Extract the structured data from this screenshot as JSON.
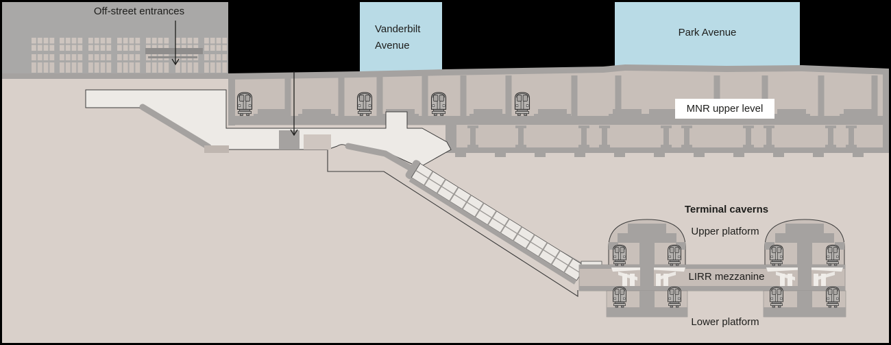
{
  "diagram": {
    "labels": {
      "off_street_entrances": "Off-street entrances",
      "vanderbilt_line1": "Vanderbilt",
      "vanderbilt_line2": "Avenue",
      "park_avenue": "Park Avenue",
      "mnr_upper_level": "MNR upper level",
      "terminal_caverns": "Terminal caverns",
      "upper_platform": "Upper platform",
      "lirr_mezzanine": "LIRR mezzanine",
      "lower_platform": "Lower platform"
    },
    "colors": {
      "sky": "#000000",
      "ground": "#d9d0ca",
      "street_and_structure_gray": "#a5a2a0",
      "structure_fill": "#c8bfb9",
      "mezzanine_fill": "#c6bdb7",
      "concourse_white": "#edeae6",
      "avenue_box_blue": "#b9dbe6",
      "building_gray": "#a9a8a7",
      "window_pane": "#cec5bf",
      "label_background": "#ffffff",
      "text": "#1d1d1b",
      "train_body": "#b6b3b0",
      "outline": "#3a3a3a"
    },
    "icons": {
      "train": "train-icon",
      "arrow_down": "arrow-down-icon"
    },
    "trains": {
      "mnr_upper_level_x": [
        357,
        532,
        640,
        762
      ],
      "cavern_upper_platform_x": [
        904,
        984,
        1133,
        1215
      ],
      "cavern_lower_platform_x": [
        904,
        984,
        1133,
        1215
      ]
    }
  }
}
